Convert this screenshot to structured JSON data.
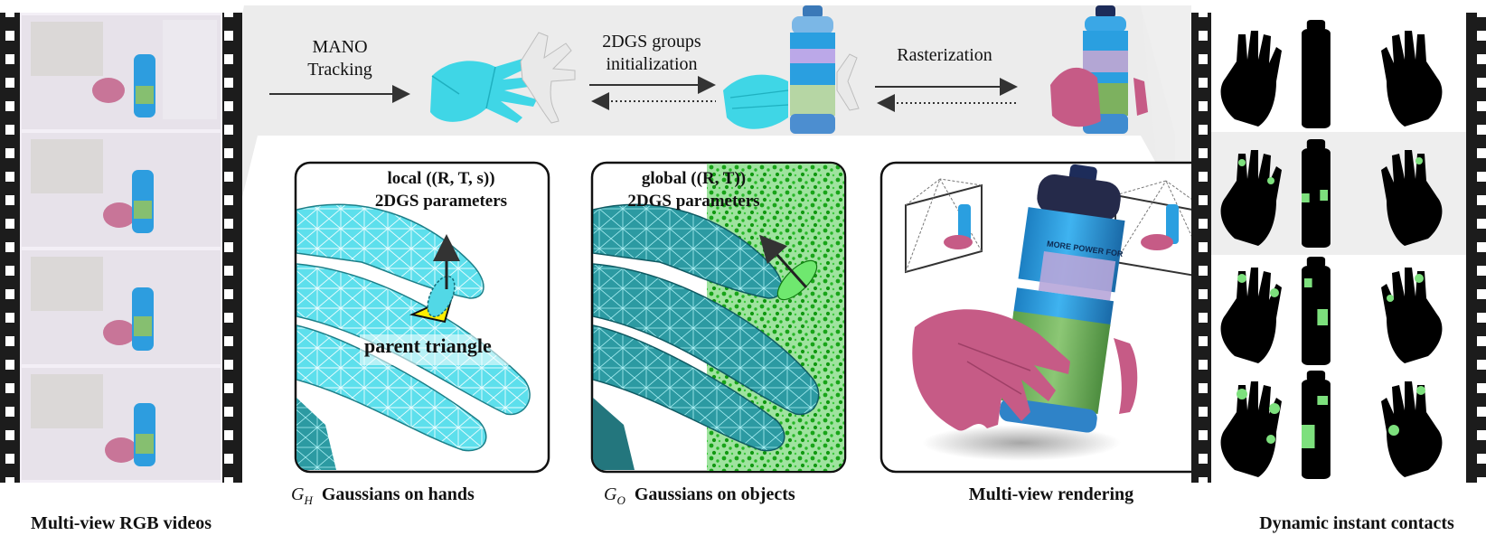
{
  "pipeline": {
    "step1": {
      "line1": "MANO",
      "line2": "Tracking"
    },
    "step2": {
      "line1": "2DGS groups",
      "line2": "initialization"
    },
    "step3": {
      "label": "Rasterization"
    }
  },
  "panels": {
    "hands": {
      "title": "local ((R, T, s))",
      "subtitle": "2DGS parameters",
      "inner_label": "parent triangle",
      "caption_symbol": "G",
      "caption_sub": "H",
      "caption_text": "Gaussians on hands"
    },
    "objects": {
      "title": "global ((R, T))",
      "subtitle": "2DGS parameters",
      "caption_symbol": "G",
      "caption_sub": "O",
      "caption_text": "Gaussians on objects"
    },
    "render": {
      "caption": "Multi-view rendering",
      "bottle_text": "MORE POWER FOR"
    }
  },
  "left_strip": {
    "caption": "Multi-view RGB videos"
  },
  "right_strip": {
    "caption": "Dynamic instant contacts"
  },
  "colors": {
    "hand_mesh": "#3fd6e6",
    "hand_pink": "#c65b86",
    "object_green": "#2fc12f",
    "bottle_blue": "#2a9fe0",
    "bottle_cap": "#252a4a",
    "contact_green": "#7de07d"
  }
}
